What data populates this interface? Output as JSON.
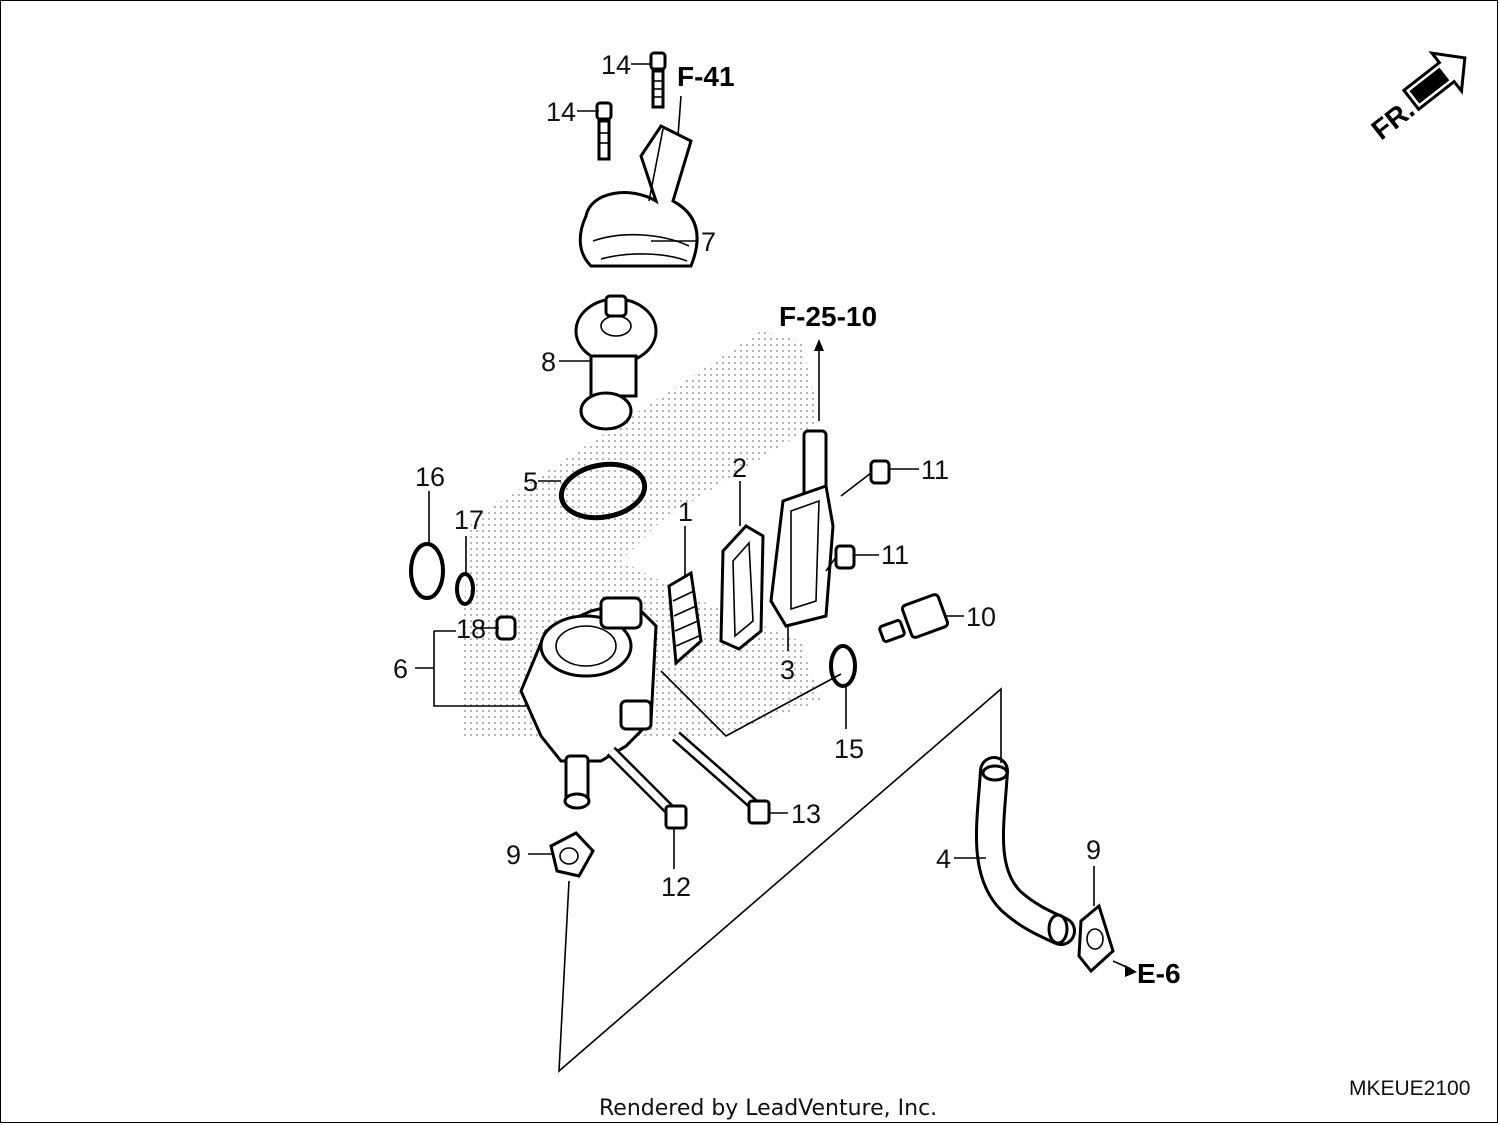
{
  "diagram": {
    "part_labels": [
      {
        "id": "p14a",
        "text": "14"
      },
      {
        "id": "p14b",
        "text": "14"
      },
      {
        "id": "p7",
        "text": "7"
      },
      {
        "id": "p8",
        "text": "8"
      },
      {
        "id": "p16",
        "text": "16"
      },
      {
        "id": "p5",
        "text": "5"
      },
      {
        "id": "p17",
        "text": "17"
      },
      {
        "id": "p2",
        "text": "2"
      },
      {
        "id": "p1",
        "text": "1"
      },
      {
        "id": "p11a",
        "text": "11"
      },
      {
        "id": "p11b",
        "text": "11"
      },
      {
        "id": "p18",
        "text": "18"
      },
      {
        "id": "p6",
        "text": "6"
      },
      {
        "id": "p10",
        "text": "10"
      },
      {
        "id": "p3",
        "text": "3"
      },
      {
        "id": "p15",
        "text": "15"
      },
      {
        "id": "p13",
        "text": "13"
      },
      {
        "id": "p12",
        "text": "12"
      },
      {
        "id": "p9a",
        "text": "9"
      },
      {
        "id": "p4",
        "text": "4"
      },
      {
        "id": "p9b",
        "text": "9"
      }
    ],
    "references": {
      "f41": "F-41",
      "f2510": "F-25-10",
      "e6": "E-6"
    },
    "direction_label": "FR.",
    "diagram_code": "MKEUE2100",
    "credit": "Rendered by LeadVenture, Inc.",
    "colors": {
      "line": "#000000",
      "background": "#ffffff",
      "shading": "#9a9a9a"
    }
  }
}
